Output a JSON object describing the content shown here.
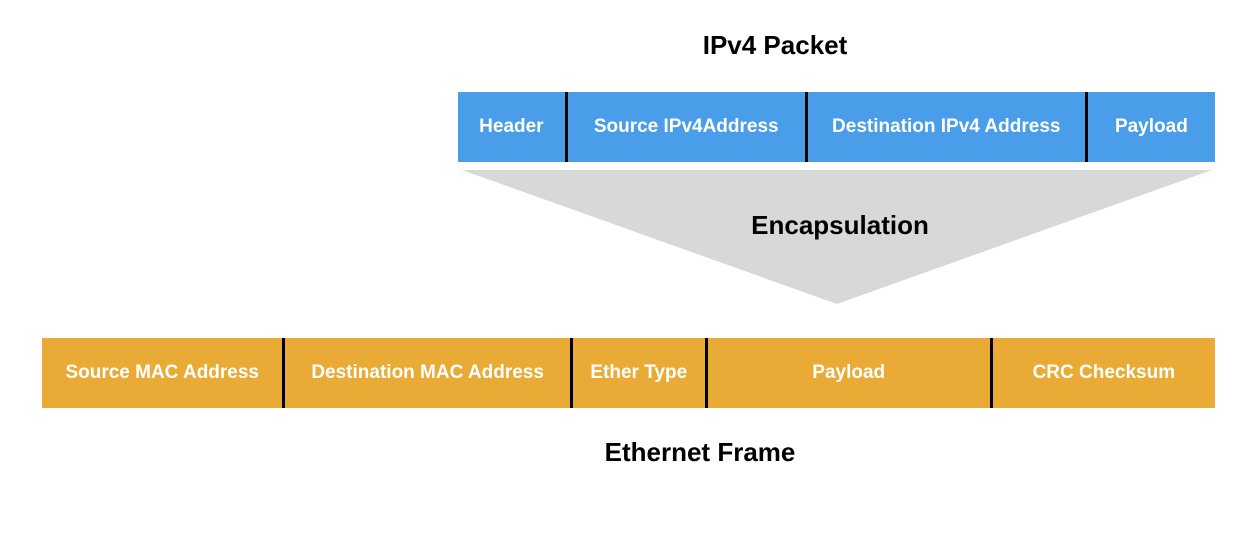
{
  "ipv4_packet": {
    "title": "IPv4 Packet",
    "bar_color": "#4a9de8",
    "text_color": "#ffffff",
    "segments": [
      {
        "label": "Header"
      },
      {
        "label": "Source IPv4Address"
      },
      {
        "label": "Destination IPv4 Address"
      },
      {
        "label": "Payload"
      }
    ]
  },
  "encapsulation": {
    "label": "Encapsulation",
    "arrow_color": "#d8d8d8"
  },
  "ethernet_frame": {
    "title": "Ethernet Frame",
    "bar_color": "#e9ab35",
    "text_color": "#ffffff",
    "segments": [
      {
        "label": "Source MAC Address"
      },
      {
        "label": "Destination MAC Address"
      },
      {
        "label": "Ether Type"
      },
      {
        "label": "Payload"
      },
      {
        "label": "CRC Checksum"
      }
    ]
  }
}
